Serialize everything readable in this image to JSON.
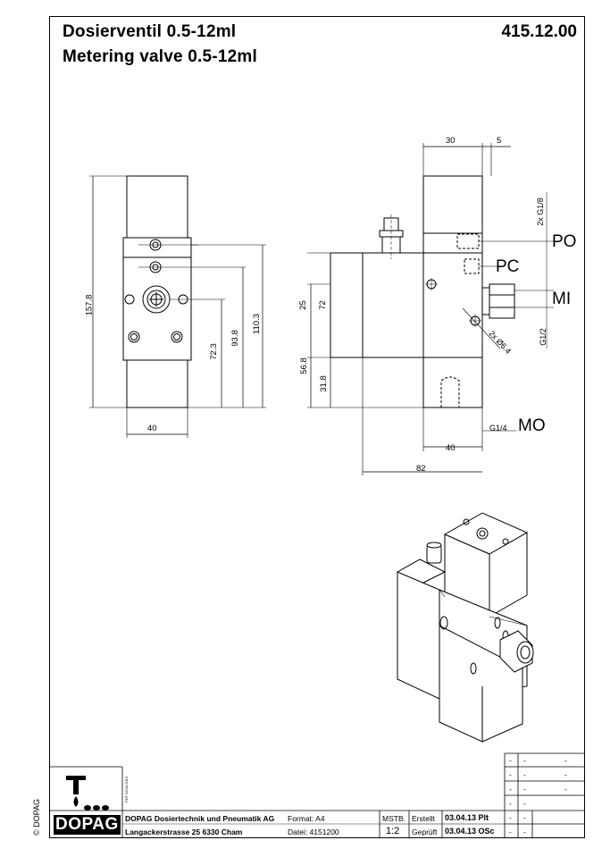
{
  "header": {
    "title_de": "Dosierventil 0.5-12ml",
    "title_en": "Metering valve 0.5-12ml",
    "doc_number": "415.12.00"
  },
  "side_note": "© DOPAG",
  "front_view": {
    "dim_width": "40",
    "dim_height_total": "157.8",
    "dim_72_3": "72.3",
    "dim_93_8": "93.8",
    "dim_110_3": "110.3"
  },
  "side_view": {
    "dim_top_30": "30",
    "dim_top_5": "5",
    "dim_25": "25",
    "dim_72": "72",
    "dim_56_8": "56.8",
    "dim_31_8": "31.8",
    "dim_bottom_40": "40",
    "dim_bottom_82": "82",
    "thread_po": "2x G1/8",
    "thread_mi": "G1/2",
    "hole_spec": "2x Ø6.4",
    "thread_mo": "G1/4",
    "port_po": "PO",
    "port_pc": "PC",
    "port_mi": "MI",
    "port_mo": "MO"
  },
  "title_block": {
    "company_line1": "DOPAG Dosiertechnik und Pneumatik AG",
    "company_line2": "Langackerstrasse 25   6330 Cham",
    "format": "Format: A4",
    "file": "Datei: 4151200",
    "scale_label": "MSTB.",
    "scale_value": "1:2",
    "created_label": "Erstellt",
    "created_value": "03.04.13 Plt",
    "checked_label": "Geprüft",
    "checked_value": "03.04.13 OSc",
    "logo_text": "DOPAG",
    "pdf_note": "PDF 03.04.2013",
    "revision_dash": "-"
  }
}
